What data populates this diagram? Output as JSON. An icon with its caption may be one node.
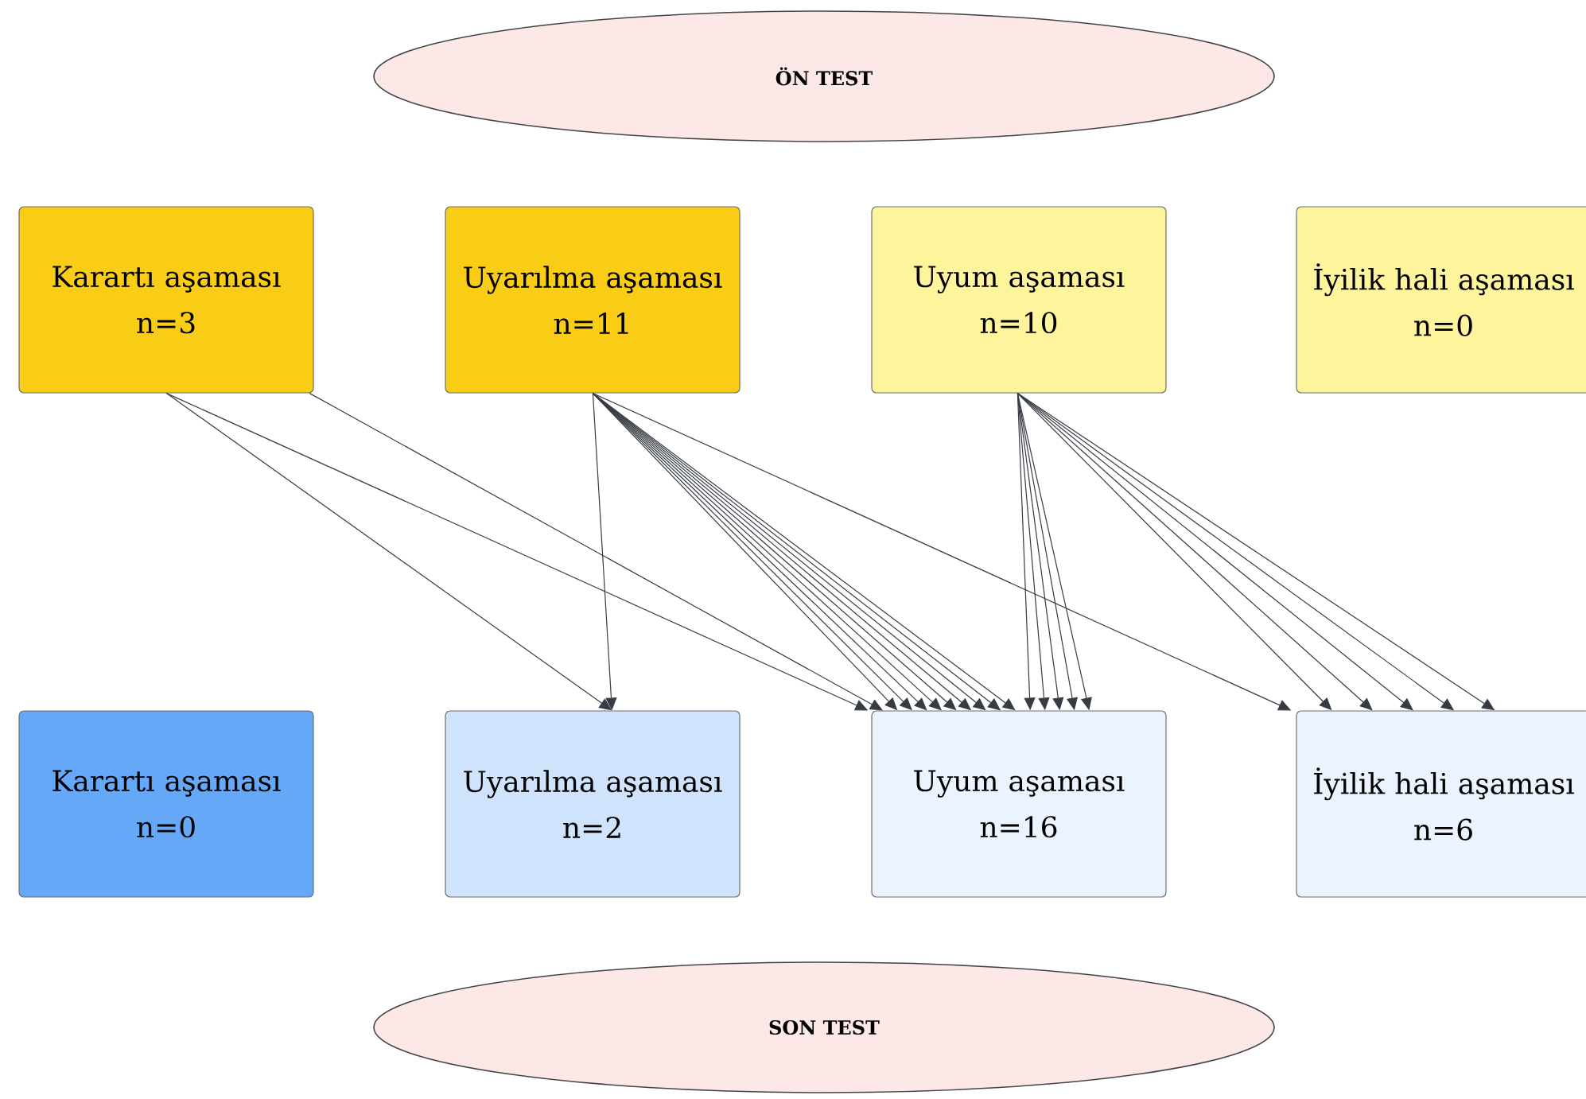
{
  "diagram": {
    "nodes": [
      {
        "text": [
          "ÖN TEST"
        ]
      },
      {
        "text": [
          "Karartı aşaması",
          "n=3"
        ]
      },
      {
        "text": [
          "Uyarılma aşaması",
          "n=11"
        ]
      },
      {
        "text": [
          "Uyum aşaması",
          "n=10"
        ]
      },
      {
        "text": [
          "İyilik hali aşaması",
          "n=0"
        ]
      },
      {
        "text": [
          "Karartı aşaması",
          "n=0"
        ]
      },
      {
        "text": [
          "Uyarılma aşaması",
          "n=2"
        ]
      },
      {
        "text": [
          "Uyum aşaması",
          "n=16"
        ]
      },
      {
        "text": [
          "İyilik hali aşaması",
          "n=6"
        ]
      },
      {
        "text": [
          "SON TEST"
        ]
      }
    ],
    "edges": [
      {
        "from": 1,
        "to": 6,
        "arrow": "to"
      },
      {
        "from": 1,
        "to": 7,
        "arrow": "to"
      },
      {
        "from": 1,
        "to": 7,
        "arrow": "to"
      },
      {
        "from": 2,
        "to": 6,
        "arrow": "to"
      },
      {
        "from": 2,
        "to": 7,
        "arrow": "to"
      },
      {
        "from": 2,
        "to": 7,
        "arrow": "to"
      },
      {
        "from": 2,
        "to": 7,
        "arrow": "to"
      },
      {
        "from": 2,
        "to": 7,
        "arrow": "to"
      },
      {
        "from": 2,
        "to": 7,
        "arrow": "to"
      },
      {
        "from": 2,
        "to": 7,
        "arrow": "to"
      },
      {
        "from": 2,
        "to": 7,
        "arrow": "to"
      },
      {
        "from": 2,
        "to": 7,
        "arrow": "to"
      },
      {
        "from": 2,
        "to": 7,
        "arrow": "to"
      },
      {
        "from": 2,
        "to": 8,
        "arrow": "to"
      },
      {
        "from": 3,
        "to": 7,
        "arrow": "to"
      },
      {
        "from": 3,
        "to": 7,
        "arrow": "to"
      },
      {
        "from": 3,
        "to": 7,
        "arrow": "to"
      },
      {
        "from": 3,
        "to": 7,
        "arrow": "to"
      },
      {
        "from": 3,
        "to": 7,
        "arrow": "to"
      },
      {
        "from": 3,
        "to": 8,
        "arrow": "to"
      },
      {
        "from": 3,
        "to": 8,
        "arrow": "to"
      },
      {
        "from": 3,
        "to": 8,
        "arrow": "to"
      },
      {
        "from": 3,
        "to": 8,
        "arrow": "to"
      },
      {
        "from": 3,
        "to": 8,
        "arrow": "to"
      }
    ]
  }
}
